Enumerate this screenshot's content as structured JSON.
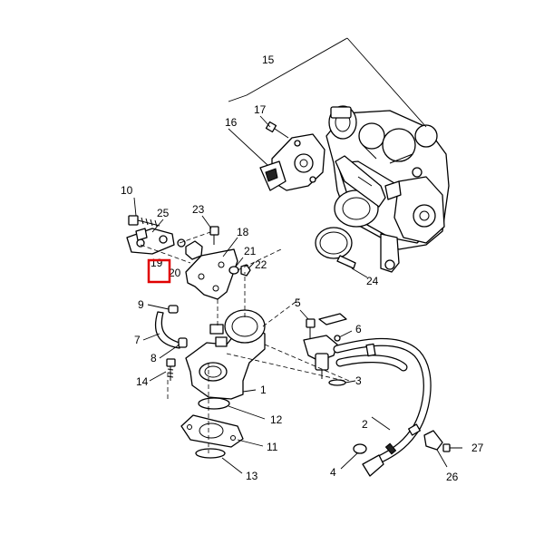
{
  "callouts": [
    "1",
    "2",
    "3",
    "4",
    "5",
    "6",
    "7",
    "8",
    "9",
    "10",
    "11",
    "12",
    "13",
    "14",
    "15",
    "16",
    "17",
    "18",
    "19",
    "20",
    "21",
    "22",
    "23",
    "24",
    "25",
    "26",
    "27"
  ],
  "highlight": {
    "label": "19",
    "color": "#e00000"
  },
  "colors": {
    "line": "#000000",
    "background": "#ffffff"
  }
}
